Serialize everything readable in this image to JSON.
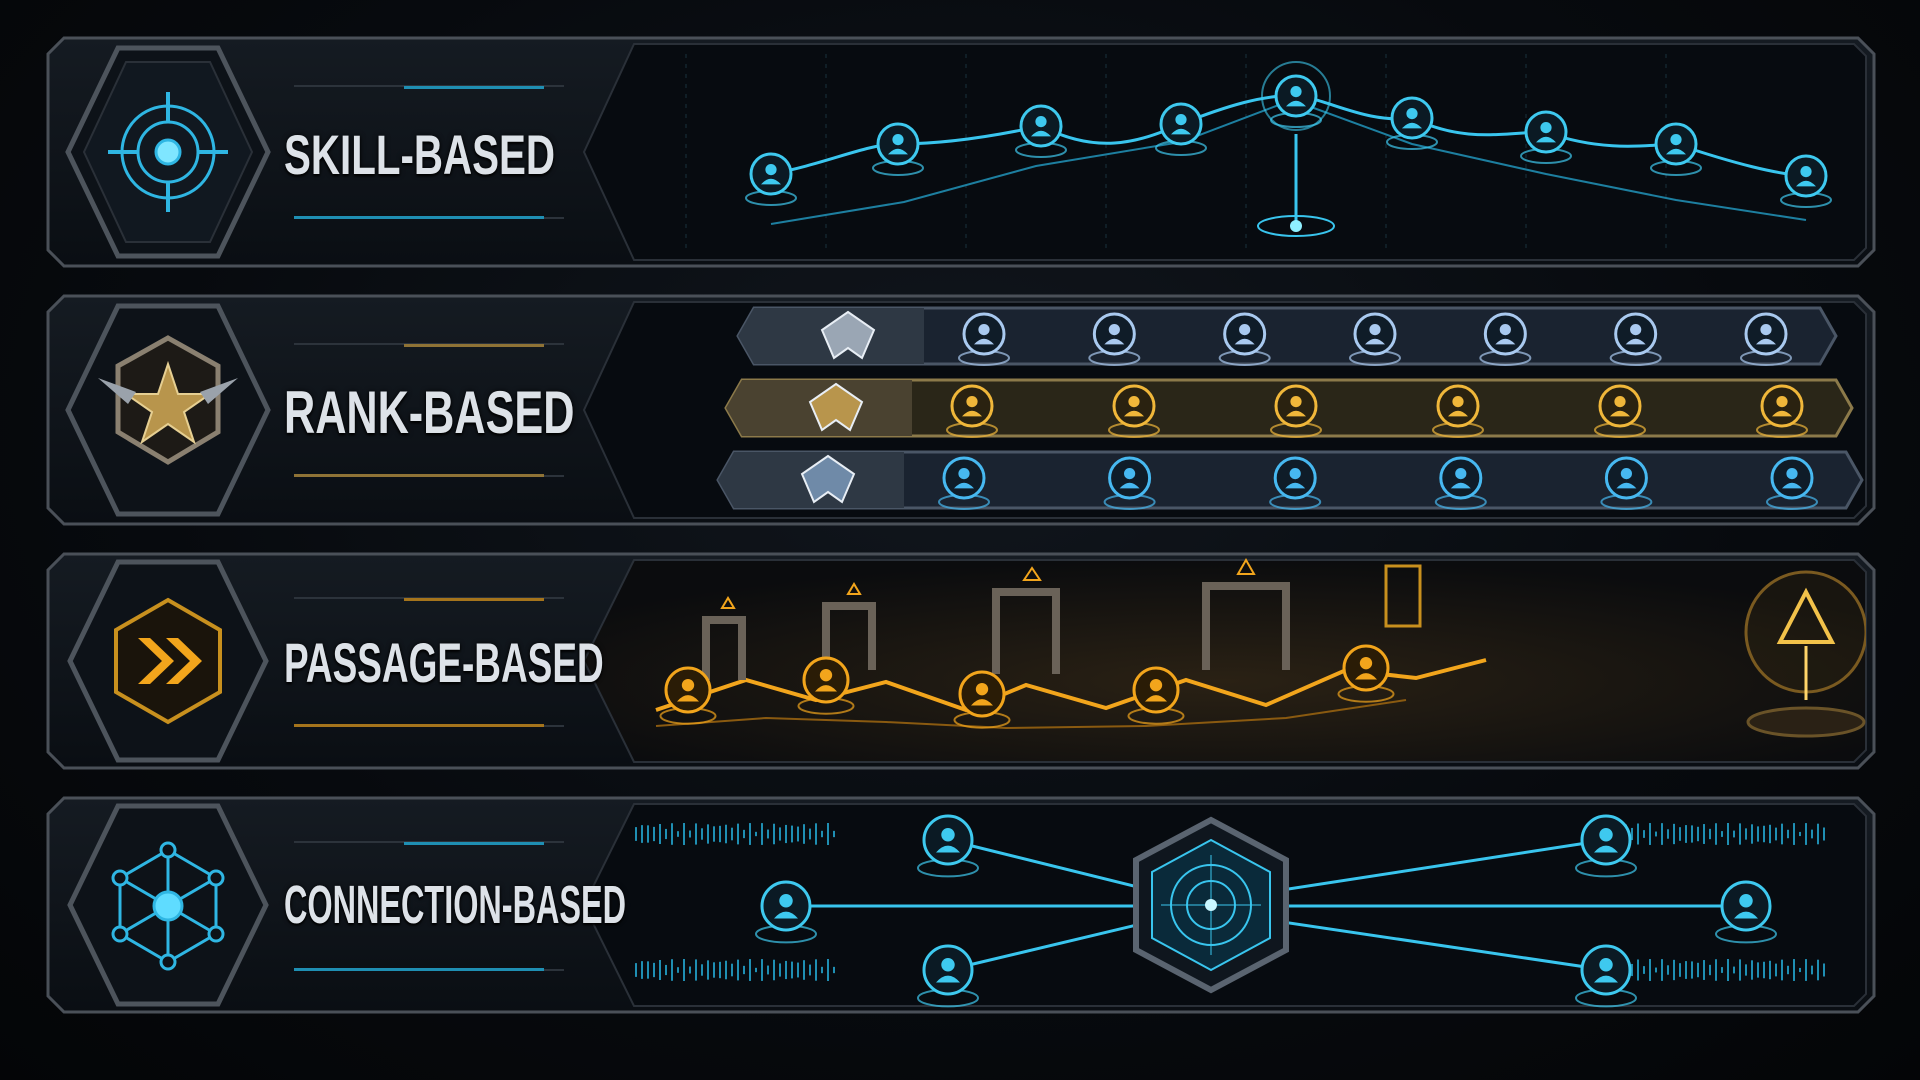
{
  "modes": [
    {
      "id": "skill",
      "title": "SKILL-BASED",
      "accent": "#3ec9ef",
      "icon": "crosshair-icon"
    },
    {
      "id": "rank",
      "title": "RANK-BASED",
      "accent": "#c9a04a",
      "icon": "rank-star-icon"
    },
    {
      "id": "passage",
      "title": "PASSAGE-BASED",
      "accent": "#f2a51c",
      "icon": "double-chevron-icon"
    },
    {
      "id": "connection",
      "title": "CONNECTION-BASED",
      "accent": "#3ec9ef",
      "icon": "network-hub-icon"
    }
  ],
  "rank_tiers": [
    {
      "tier": "silver",
      "players": 7,
      "color": "#a9c9ef",
      "badge": "silver-rank-badge-icon"
    },
    {
      "tier": "gold",
      "players": 6,
      "color": "#f0b73a",
      "badge": "gold-rank-badge-icon"
    },
    {
      "tier": "blue",
      "players": 6,
      "color": "#47b8f0",
      "badge": "blue-rank-badge-icon"
    }
  ],
  "colors": {
    "cyan": "#3ec9ef",
    "gold": "#f2a51c",
    "panel_bg": "#0c1117",
    "frame": "#3a4048"
  }
}
